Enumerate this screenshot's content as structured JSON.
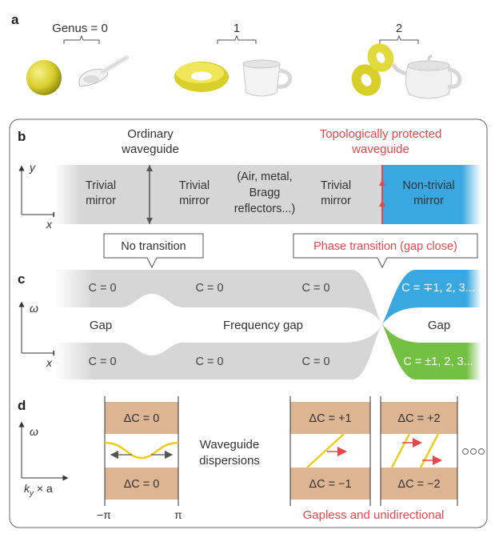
{
  "panel_a": {
    "label": "a",
    "genus_prefix": "Genus = ",
    "groups": [
      {
        "value": "0",
        "objects": [
          "sphere",
          "spoon"
        ]
      },
      {
        "value": "1",
        "objects": [
          "torus",
          "cup"
        ]
      },
      {
        "value": "2",
        "objects": [
          "double-torus",
          "teapot"
        ]
      }
    ]
  },
  "panel_b": {
    "label": "b",
    "left_title": [
      "Ordinary",
      "waveguide"
    ],
    "right_title": [
      "Topologically protected",
      "waveguide"
    ],
    "axis_y": "y",
    "axis_x": "x",
    "regions": {
      "trivial1": [
        "Trivial",
        "mirror"
      ],
      "trivial2": [
        "Trivial",
        "mirror"
      ],
      "middle": [
        "(Air, metal,",
        "Bragg",
        "reflectors...)"
      ],
      "trivial3": [
        "Trivial",
        "mirror"
      ],
      "nontrivial": [
        "Non-trivial",
        "mirror"
      ]
    },
    "callout_left": "No transition",
    "callout_right": "Phase transition (gap close)"
  },
  "panel_c": {
    "label": "c",
    "axis_y": "ω",
    "axis_x": "x",
    "top_labels": [
      "C = 0",
      "C = 0",
      "C = 0",
      "C = ∓1, 2, 3..."
    ],
    "bottom_labels": [
      "C = 0",
      "C = 0",
      "C = 0",
      "C = ±1, 2, 3..."
    ],
    "gap_left": "Gap",
    "gap_middle": "Frequency gap",
    "gap_right": "Gap"
  },
  "panel_d": {
    "label": "d",
    "axis_y": "ω",
    "axis_x": "k",
    "axis_x_sub": "y",
    "axis_x_suffix": " × a",
    "tick_left": "−π",
    "tick_right": "π",
    "box1": {
      "top": "ΔC = 0",
      "bottom": "ΔC = 0"
    },
    "middle_text": [
      "Waveguide",
      "dispersions"
    ],
    "box2": {
      "top": "ΔC = +1",
      "bottom": "ΔC = −1"
    },
    "box3": {
      "top": "ΔC = +2",
      "bottom": "ΔC = −2"
    },
    "caption": "Gapless and unidirectional"
  },
  "colors": {
    "red": "#e8464a",
    "blue": "#3aa8e0",
    "green": "#74c043",
    "gray": "#d4d4d4",
    "tan": "#ddb593",
    "yellow": "#f0cc1a"
  }
}
